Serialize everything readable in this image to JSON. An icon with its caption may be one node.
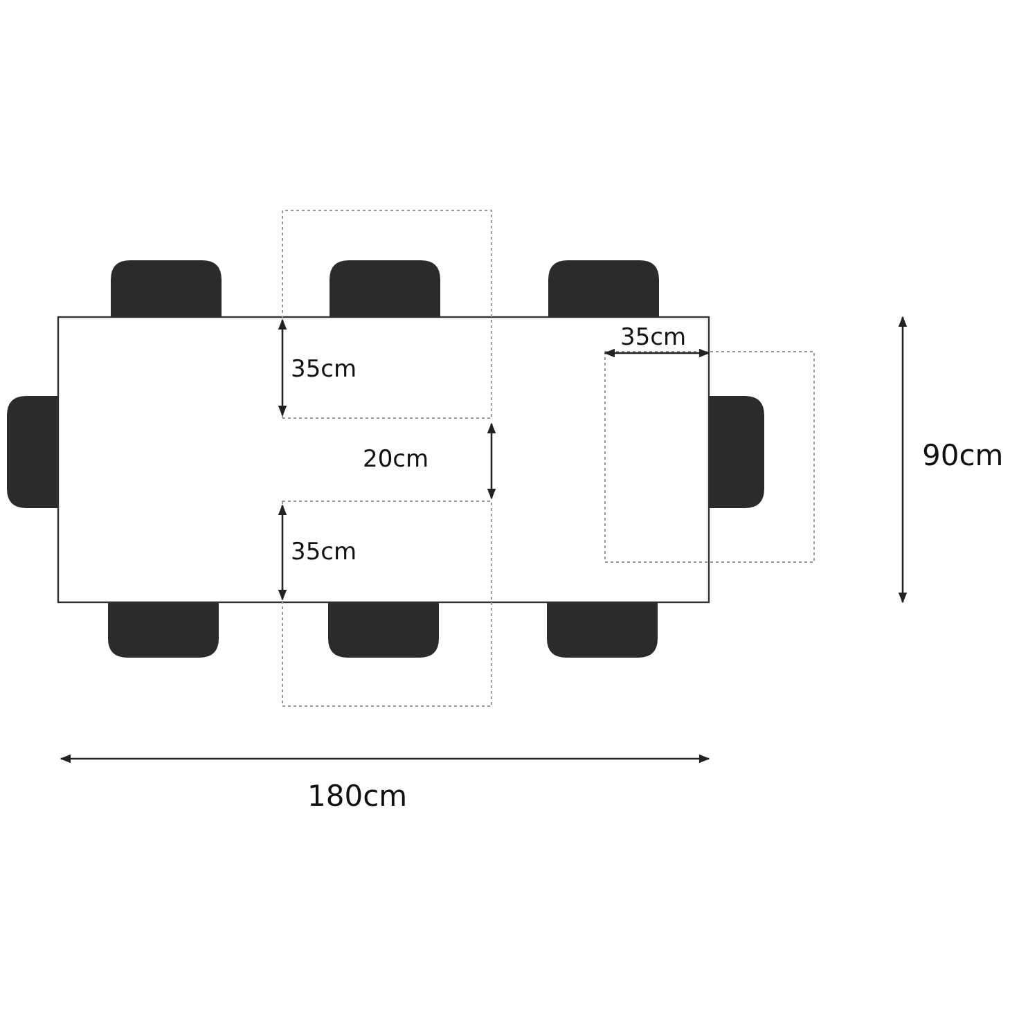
{
  "diagram": {
    "labels": [
      "35cm",
      "35cm",
      "20cm",
      "90cm",
      "35cm",
      "180cm"
    ]
  }
}
